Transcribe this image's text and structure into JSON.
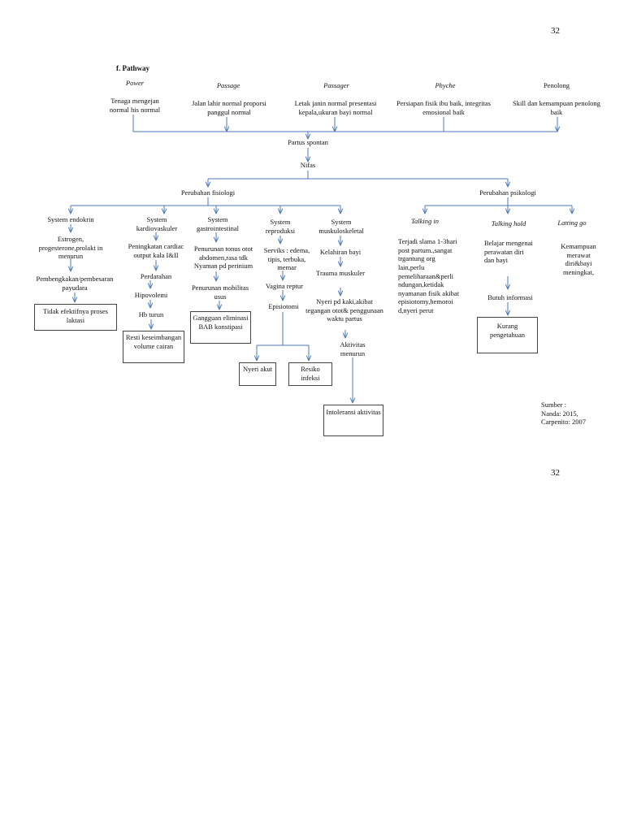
{
  "page_number_top": "32",
  "page_number_bottom": "32",
  "section_title": "f. Pathway",
  "factors": [
    {
      "title": "Power",
      "desc": "Tenaga mengejan normal his normal"
    },
    {
      "title": "Passage",
      "desc": "Jalan lahir normal proporsi panggul normal"
    },
    {
      "title": "Passager",
      "desc": "Letak janin normal presentasi kepala,ukuran bayi normal"
    },
    {
      "title": "Phyche",
      "desc": "Persiapan fisik ibu baik, integritas emosional baik"
    },
    {
      "title": "Penolong",
      "desc": "Skill dan kemampuan penolong baik"
    }
  ],
  "partus": "Partus spontan",
  "nifas": "Nifas",
  "fisiologi": "Perubahan fisiologi",
  "psikologi": "Perubahan psikologi",
  "endokrin": {
    "head": "System endokrin",
    "n1": "Estrogen, progesterone,prolakt in menurun",
    "n2": "Pembengkakan/pembesaran payudara",
    "box": "Tidak efektifnya proses laktasi"
  },
  "kardio": {
    "head": "System kardiovaskuler",
    "n1": "Peningkatan cardiac output kala I&II",
    "n2": "Perdarahan",
    "n3": "Hipovolemi",
    "n4": "Hb turun",
    "box": "Resti keseimbangan volume cairan"
  },
  "gastro": {
    "head": "System gastrointestinal",
    "n1": "Penurunan tonus otot abdomen,rasa tdk Nyaman pd perinium",
    "n2": "Penurunan mobilitas usus",
    "box": "Gangguan eliminasi BAB konstipasi"
  },
  "repro": {
    "head": "System reproduksi",
    "n1": "Serviks : edema, tipis, terbuka, memar",
    "n2": "Vagina reptur",
    "n3": "Episiotomi",
    "box1": "Nyeri akut",
    "box2": "Resiko infeksi"
  },
  "musk": {
    "head": "System muskuloskeletal",
    "n1": "Kelahiran bayi",
    "n2": "Trauma muskuler",
    "n3": "Nyeri pd kaki,akibat tegangan otot& penggunaan waktu partus",
    "n4": "Aktivitas menurun",
    "box": "Intoleransi aktivitas"
  },
  "taking_in": {
    "head": "Talking in",
    "desc": "Terjadi slama 1-3hari post partum.,sangat trgantung org lain,perlu pemeliharaan&perli ndungan,ketidak nyamanan fisik akibat episiotomy,hemoroi d,nyeri perut"
  },
  "taking_hold": {
    "head": "Talking hold",
    "desc": "Belajar mengenai perawatan diri dan bayi",
    "n2": "Butuh informasi",
    "box": "Kurang pengetahuan"
  },
  "letting_go": {
    "head": "Latting go",
    "desc": "Kemampuan merawat diri&bayi meningkat,"
  },
  "source": "Sumber :\nNanda: 2015,\nCarpenito: 2007",
  "colors": {
    "line": "#4a7ab5",
    "box_border": "#444444"
  }
}
